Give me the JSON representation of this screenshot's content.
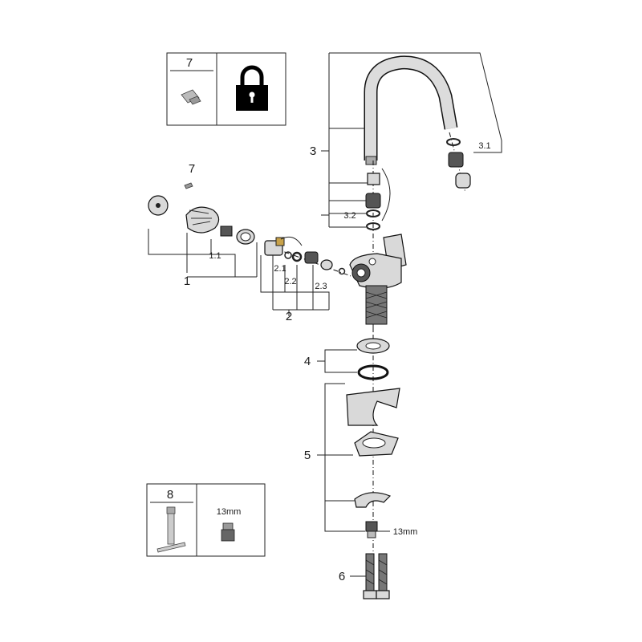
{
  "labels": {
    "part_1": "1",
    "part_1_1": "1.1",
    "part_2": "2",
    "part_2_1": "2.1",
    "part_2_2": "2.2",
    "part_2_3": "2.3",
    "part_3": "3",
    "part_3_1": "3.1",
    "part_3_2": "3.2",
    "part_4": "4",
    "part_5": "5",
    "part_6": "6",
    "part_7": "7",
    "part_13mm": "13mm"
  },
  "box_7": {
    "number": "7"
  },
  "box_8": {
    "number": "8",
    "size": "13mm"
  },
  "icons": [
    "padlock-icon",
    "allen-key-icon",
    "grub-screw-icon",
    "box-spanner-icon",
    "nut-icon"
  ]
}
